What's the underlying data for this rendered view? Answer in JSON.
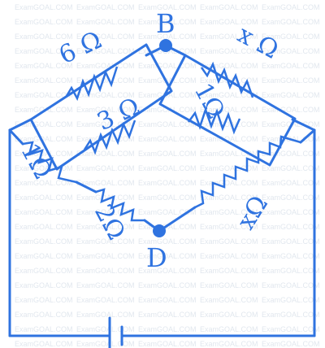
{
  "labels": {
    "top_left_outer": "6 Ω",
    "top_left_inner": "3 Ω",
    "top_right_outer": "x Ω",
    "top_right_inner": "1Ω",
    "bottom_left_upper": "1Ω",
    "bottom_left_lower": "2Ω",
    "bottom_right": "xΩ"
  },
  "nodes": {
    "top": "B",
    "bottom": "D"
  },
  "watermark": "ExamGOAL.COM",
  "colors": {
    "circuit": "#2f73e0",
    "watermark": "#c8d3e0"
  }
}
